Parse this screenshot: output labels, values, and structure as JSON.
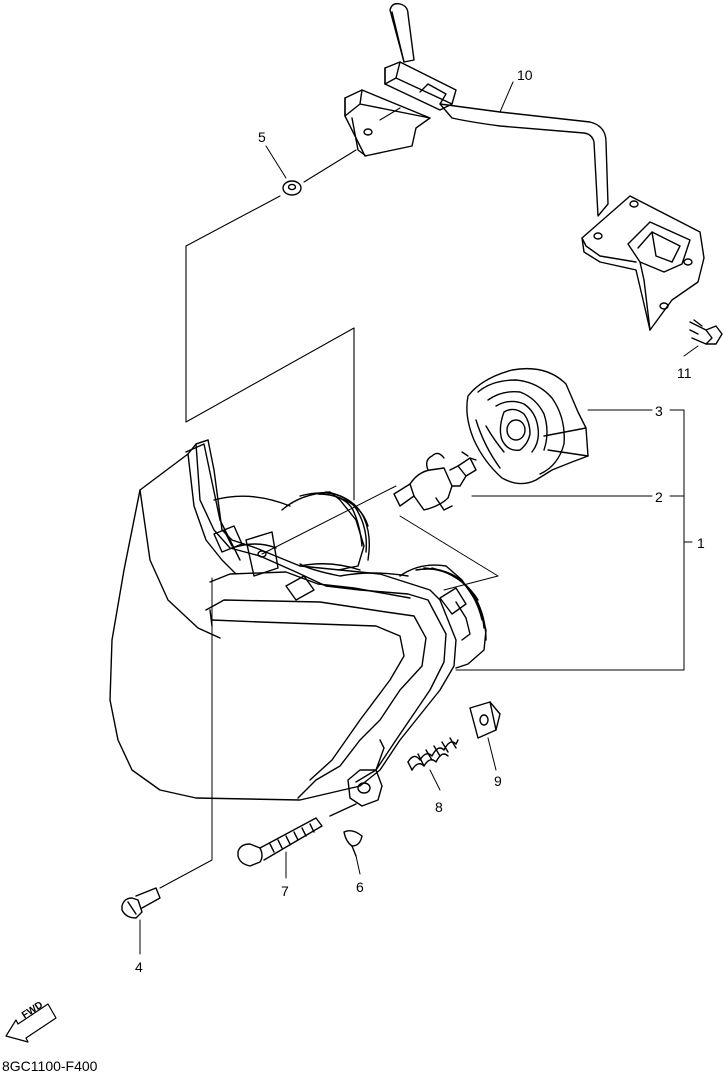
{
  "diagram": {
    "part_numbers": {
      "p1": "1",
      "p2": "2",
      "p3": "3",
      "p4": "4",
      "p5": "5",
      "p6": "6",
      "p7": "7",
      "p8": "8",
      "p9": "9",
      "p10": "10",
      "p11": "11"
    },
    "fwd_label": "FWD",
    "diagram_code": "8GC1100-F400"
  }
}
